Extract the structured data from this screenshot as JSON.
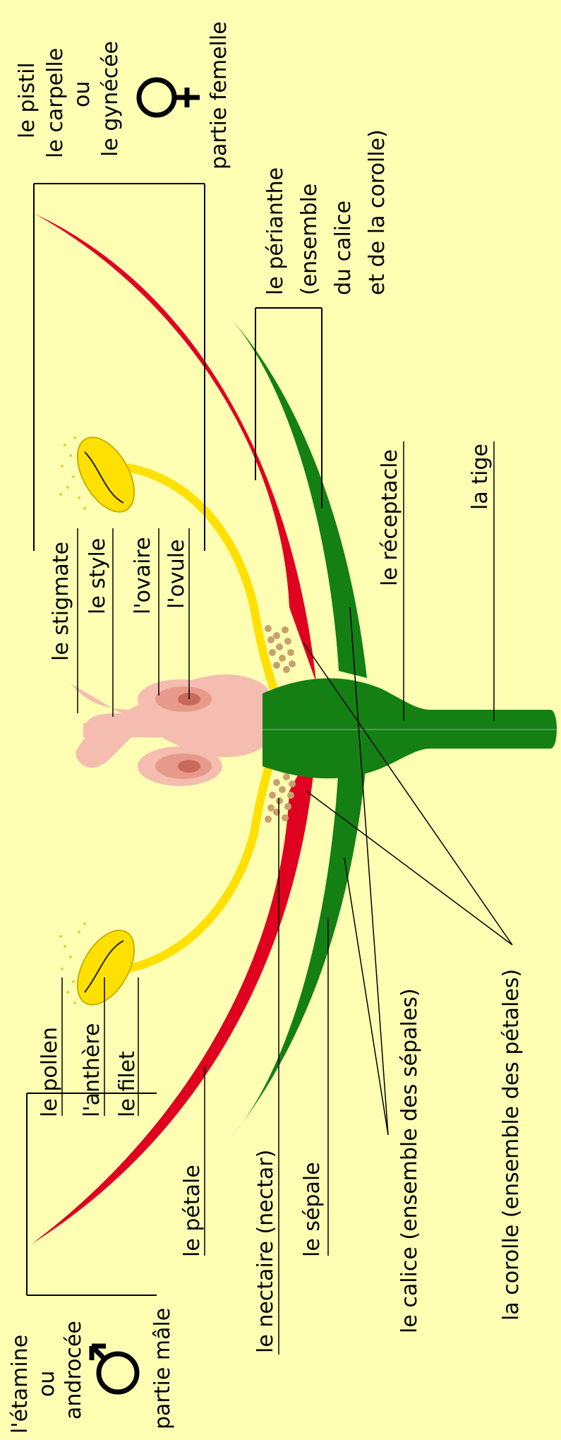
{
  "colors": {
    "background": "#FFFFB4",
    "petal": "#E00020",
    "sepal": "#148014",
    "stamen": "#FFE000",
    "pistil": "#F5BCB0",
    "ovary_inner": "#E89A8A",
    "ovule": "#C86A5A",
    "nectar": "#C8A070",
    "line": "#000000"
  },
  "labels": {
    "stamen_group": [
      "l'étamine",
      "ou",
      "androcée"
    ],
    "male_part": "partie mâle",
    "pollen": "le pollen",
    "anther": "l'anthère",
    "filament": "le filet",
    "petal": "le pétale",
    "nectary": "le nectaire (nectar)",
    "sepal": "le sépale",
    "calyx": "le calice (ensemble des sépales)",
    "corolla": "la corolle (ensemble des pétales)",
    "stigma": "le stigmate",
    "style": "le style",
    "ovary": "l'ovaire",
    "ovule": "l'ovule",
    "pistil_group": [
      "le pistil",
      "le carpelle",
      "ou",
      "le gynécée"
    ],
    "female_part": "partie femelle",
    "perianth": [
      "le périanthe",
      "(ensemble",
      "du calice",
      "et de la corolle)"
    ],
    "receptacle": "le réceptacle",
    "stem": "la tige"
  },
  "symbols": {
    "male": "male-symbol-icon",
    "female": "female-symbol-icon"
  }
}
